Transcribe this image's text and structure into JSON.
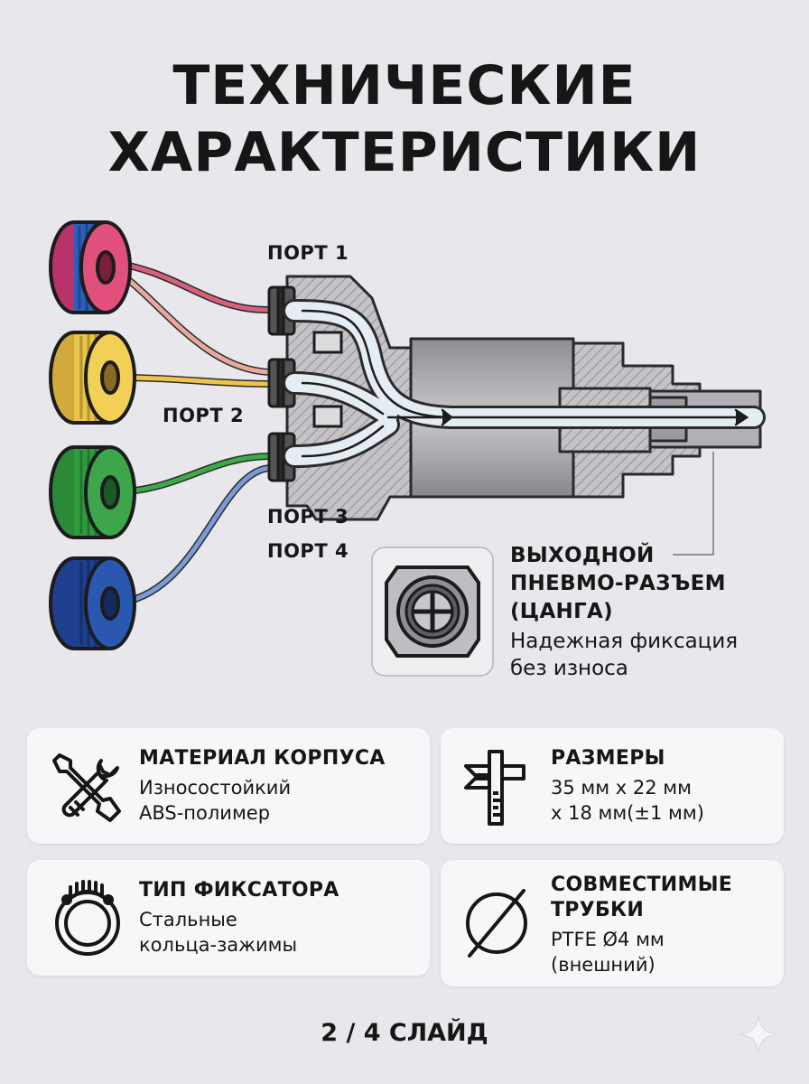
{
  "title": {
    "line1": "ТЕХНИЧЕСКИЕ",
    "line2": "ХАРАКТЕРИСТИКИ"
  },
  "diagram": {
    "ports": [
      {
        "label": "ПОРТ 1",
        "spool_color": "#e0507a",
        "spool_wire": "#2e5fb8",
        "tube_color": "#d9607a"
      },
      {
        "label": "ПОРТ 2",
        "spool_color": "#f2d055",
        "spool_wire": "#e8c44a",
        "tube_color": "#e8b84a"
      },
      {
        "label": "ПОРТ 3",
        "spool_color": "#3da64a",
        "spool_wire": "#2f9a3e",
        "tube_color": "#3daa4a"
      },
      {
        "label": "ПОРТ 4",
        "spool_color": "#2a57b0",
        "spool_wire": "#1f3f8f",
        "tube_color": "#5a80c8"
      }
    ],
    "outlet": {
      "title_lines": [
        "ВЫХОДНОЙ",
        "ПНЕВМО-РАЗЪЕМ",
        "(ЦАНГА)"
      ],
      "desc_lines": [
        "Надежная фиксация",
        "без износа"
      ]
    }
  },
  "specs": [
    {
      "icon": "tools-icon",
      "title_lines": [
        "МАТЕРИАЛ КОРПУСА"
      ],
      "desc_lines": [
        "Износостойкий",
        "ABS-полимер"
      ]
    },
    {
      "icon": "caliper-icon",
      "title_lines": [
        "РАЗМЕРЫ"
      ],
      "desc_lines": [
        "35 мм x 22 мм",
        "x 18 мм(±1 мм)"
      ]
    },
    {
      "icon": "clip-ring-icon",
      "title_lines": [
        "ТИП ФИКСАТОРА"
      ],
      "desc_lines": [
        "Стальные",
        "кольца-зажимы"
      ]
    },
    {
      "icon": "diameter-icon",
      "title_lines": [
        "СОВМЕСТИМЫЕ",
        "ТРУБКИ"
      ],
      "desc_lines": [
        "PTFE Ø4 мм",
        "(внешний)"
      ]
    }
  ],
  "footer": {
    "slide": "2 / 4 СЛАЙД"
  },
  "colors": {
    "background": "#e8e7ec",
    "card": "#f7f7f9",
    "body_gray": "#b9b9bd",
    "channel": "#e4ecf4"
  }
}
